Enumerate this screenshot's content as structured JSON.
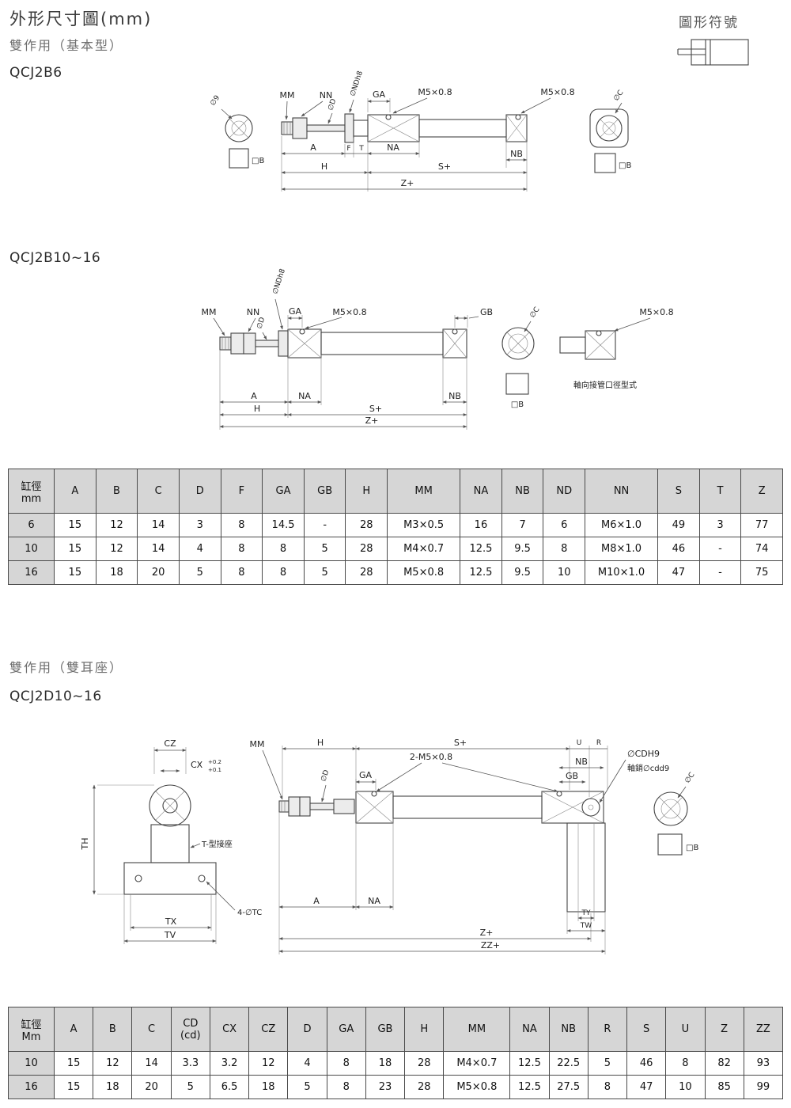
{
  "header": {
    "title": "外形尺寸圖(mm)",
    "symbol_title": "圖形符號"
  },
  "section_basic": {
    "subtitle": "雙作用（基本型）",
    "model1": "QCJ2B6",
    "model2": "QCJ2B10~16",
    "axial_note": "軸向接管口徑型式"
  },
  "section_clevis": {
    "subtitle": "雙作用（雙耳座）",
    "model": "QCJ2D10~16"
  },
  "labels": {
    "mm": "MM",
    "nn": "NN",
    "ndh8": "∅NDh8",
    "d": "∅D",
    "ga": "GA",
    "gb": "GB",
    "m5": "M5×0.8",
    "m5x2": "2-M5×0.8",
    "a": "A",
    "f": "F",
    "t": "T",
    "na": "NA",
    "nb": "NB",
    "h": "H",
    "s": "S+",
    "z": "Z+",
    "zz": "ZZ+",
    "dia9": "∅9",
    "b_sq": "□B",
    "dia_c": "∅C",
    "cz": "CZ",
    "cx": "CX",
    "cx_tol_top": "+0.2",
    "cx_tol_bot": "+0.1",
    "u": "U",
    "r": "R",
    "cdh9": "∅CDH9",
    "pin": "軸銷∅cdd9",
    "th": "TH",
    "t_bracket": "T-型接座",
    "tc": "4-∅TC",
    "tx": "TX",
    "tv": "TV",
    "ty": "TY",
    "tw": "TW"
  },
  "table1": {
    "headers": [
      "缸徑\nmm",
      "A",
      "B",
      "C",
      "D",
      "F",
      "GA",
      "GB",
      "H",
      "MM",
      "NA",
      "NB",
      "ND",
      "NN",
      "S",
      "T",
      "Z"
    ],
    "rows": [
      [
        "6",
        "15",
        "12",
        "14",
        "3",
        "8",
        "14.5",
        "-",
        "28",
        "M3×0.5",
        "16",
        "7",
        "6",
        "M6×1.0",
        "49",
        "3",
        "77"
      ],
      [
        "10",
        "15",
        "12",
        "14",
        "4",
        "8",
        "8",
        "5",
        "28",
        "M4×0.7",
        "12.5",
        "9.5",
        "8",
        "M8×1.0",
        "46",
        "-",
        "74"
      ],
      [
        "16",
        "15",
        "18",
        "20",
        "5",
        "8",
        "8",
        "5",
        "28",
        "M5×0.8",
        "12.5",
        "9.5",
        "10",
        "M10×1.0",
        "47",
        "-",
        "75"
      ]
    ]
  },
  "table2": {
    "headers": [
      "缸徑\nMm",
      "A",
      "B",
      "C",
      "CD\n(cd)",
      "CX",
      "CZ",
      "D",
      "GA",
      "GB",
      "H",
      "MM",
      "NA",
      "NB",
      "R",
      "S",
      "U",
      "Z",
      "ZZ"
    ],
    "rows": [
      [
        "10",
        "15",
        "12",
        "14",
        "3.3",
        "3.2",
        "12",
        "4",
        "8",
        "18",
        "28",
        "M4×0.7",
        "12.5",
        "22.5",
        "5",
        "46",
        "8",
        "82",
        "93"
      ],
      [
        "16",
        "15",
        "18",
        "20",
        "5",
        "6.5",
        "18",
        "5",
        "8",
        "23",
        "28",
        "M5×0.8",
        "12.5",
        "27.5",
        "8",
        "47",
        "10",
        "85",
        "99"
      ]
    ]
  }
}
